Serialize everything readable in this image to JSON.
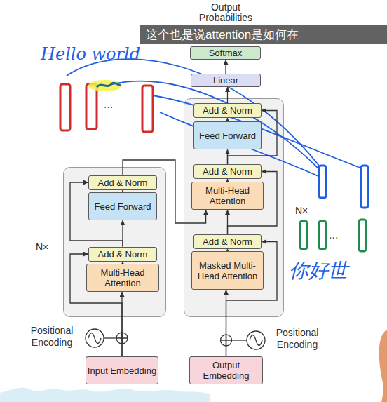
{
  "diagram": {
    "nodes": [
      {
        "text": [
          "这个也是说attention是如何在"
        ]
      },
      {
        "text": [
          "Softmax"
        ]
      },
      {
        "text": [
          "Linear"
        ]
      },
      {
        "text": [
          "N×"
        ]
      },
      {
        "text": [
          "Add & Norm"
        ],
        "in": 3
      },
      {
        "text": [
          "Feed Forward"
        ],
        "in": 3
      },
      {
        "text": [
          "Add & Norm"
        ],
        "in": 3
      },
      {
        "text": [
          "Multi-Head Attention"
        ],
        "in": 3
      },
      {
        "text": [
          "Add & Norm"
        ],
        "in": 3
      },
      {
        "text": [
          "Masked Multi-Head Attention"
        ],
        "in": 3
      },
      {
        "text": [
          "N×"
        ]
      },
      {
        "text": [
          "Add & Norm"
        ],
        "in": 10
      },
      {
        "text": [
          "Feed Forward"
        ],
        "in": 10
      },
      {
        "text": [
          "Add & Norm"
        ],
        "in": 10
      },
      {
        "text": [
          "Multi-Head Attention"
        ],
        "in": 10
      },
      {
        "text": [
          "Input Embedding"
        ]
      },
      {
        "text": [
          "Output Embedding"
        ]
      }
    ],
    "edges": [
      {
        "from": 15,
        "to": 14,
        "arrow": "to"
      },
      {
        "from": 15,
        "to": 13,
        "arrow": "to"
      },
      {
        "from": 14,
        "to": 13,
        "arrow": "to"
      },
      {
        "from": 13,
        "to": 12,
        "arrow": "to"
      },
      {
        "from": 13,
        "to": 11,
        "arrow": "to"
      },
      {
        "from": 12,
        "to": 11,
        "arrow": "to"
      },
      {
        "from": 11,
        "to": 7,
        "arrow": "to"
      },
      {
        "from": 16,
        "to": 9,
        "arrow": "to"
      },
      {
        "from": 16,
        "to": 8,
        "arrow": "to"
      },
      {
        "from": 9,
        "to": 8,
        "arrow": "to"
      },
      {
        "from": 8,
        "to": 7,
        "arrow": "to"
      },
      {
        "from": 8,
        "to": 6,
        "arrow": "to"
      },
      {
        "from": 7,
        "to": 6,
        "arrow": "to"
      },
      {
        "from": 6,
        "to": 5,
        "arrow": "to"
      },
      {
        "from": 6,
        "to": 4,
        "arrow": "to"
      },
      {
        "from": 5,
        "to": 4,
        "arrow": "to"
      },
      {
        "from": 4,
        "to": 2,
        "arrow": "to"
      },
      {
        "from": 2,
        "to": 1,
        "arrow": "to"
      }
    ],
    "labels": [
      "Output Probabilities",
      "Hello world",
      "...",
      "...",
      "你好世",
      "Positional Encoding",
      "Positional Encoding"
    ]
  }
}
